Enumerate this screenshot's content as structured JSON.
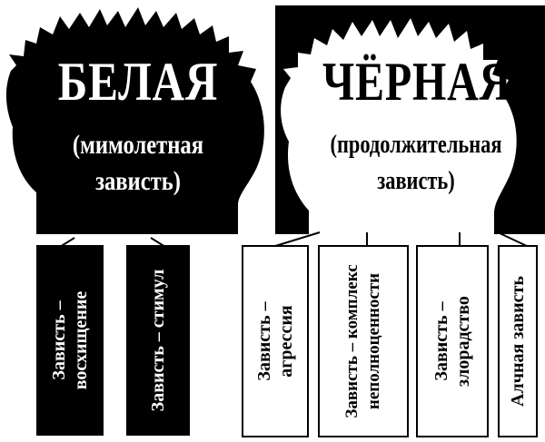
{
  "white": {
    "title": "БЕЛАЯ",
    "subtitle_line1": "(мимолетная",
    "subtitle_line2": "зависть)",
    "items": [
      {
        "line1": "Зависть –",
        "line2": "восхищение"
      },
      {
        "line1": "Зависть – стимул",
        "line2": ""
      }
    ]
  },
  "black": {
    "title": "ЧЁРНАЯ",
    "subtitle_line1": "(продолжительная",
    "subtitle_line2": "зависть)",
    "items": [
      {
        "line1": "Зависть –",
        "line2": "агрессия"
      },
      {
        "line1": "Зависть – комплекс",
        "line2": "неполноценности"
      },
      {
        "line1": "Зависть –",
        "line2": "злорадство"
      },
      {
        "line1": "Алчная зависть",
        "line2": ""
      }
    ]
  },
  "colors": {
    "ink": "#000000",
    "paper": "#ffffff"
  }
}
